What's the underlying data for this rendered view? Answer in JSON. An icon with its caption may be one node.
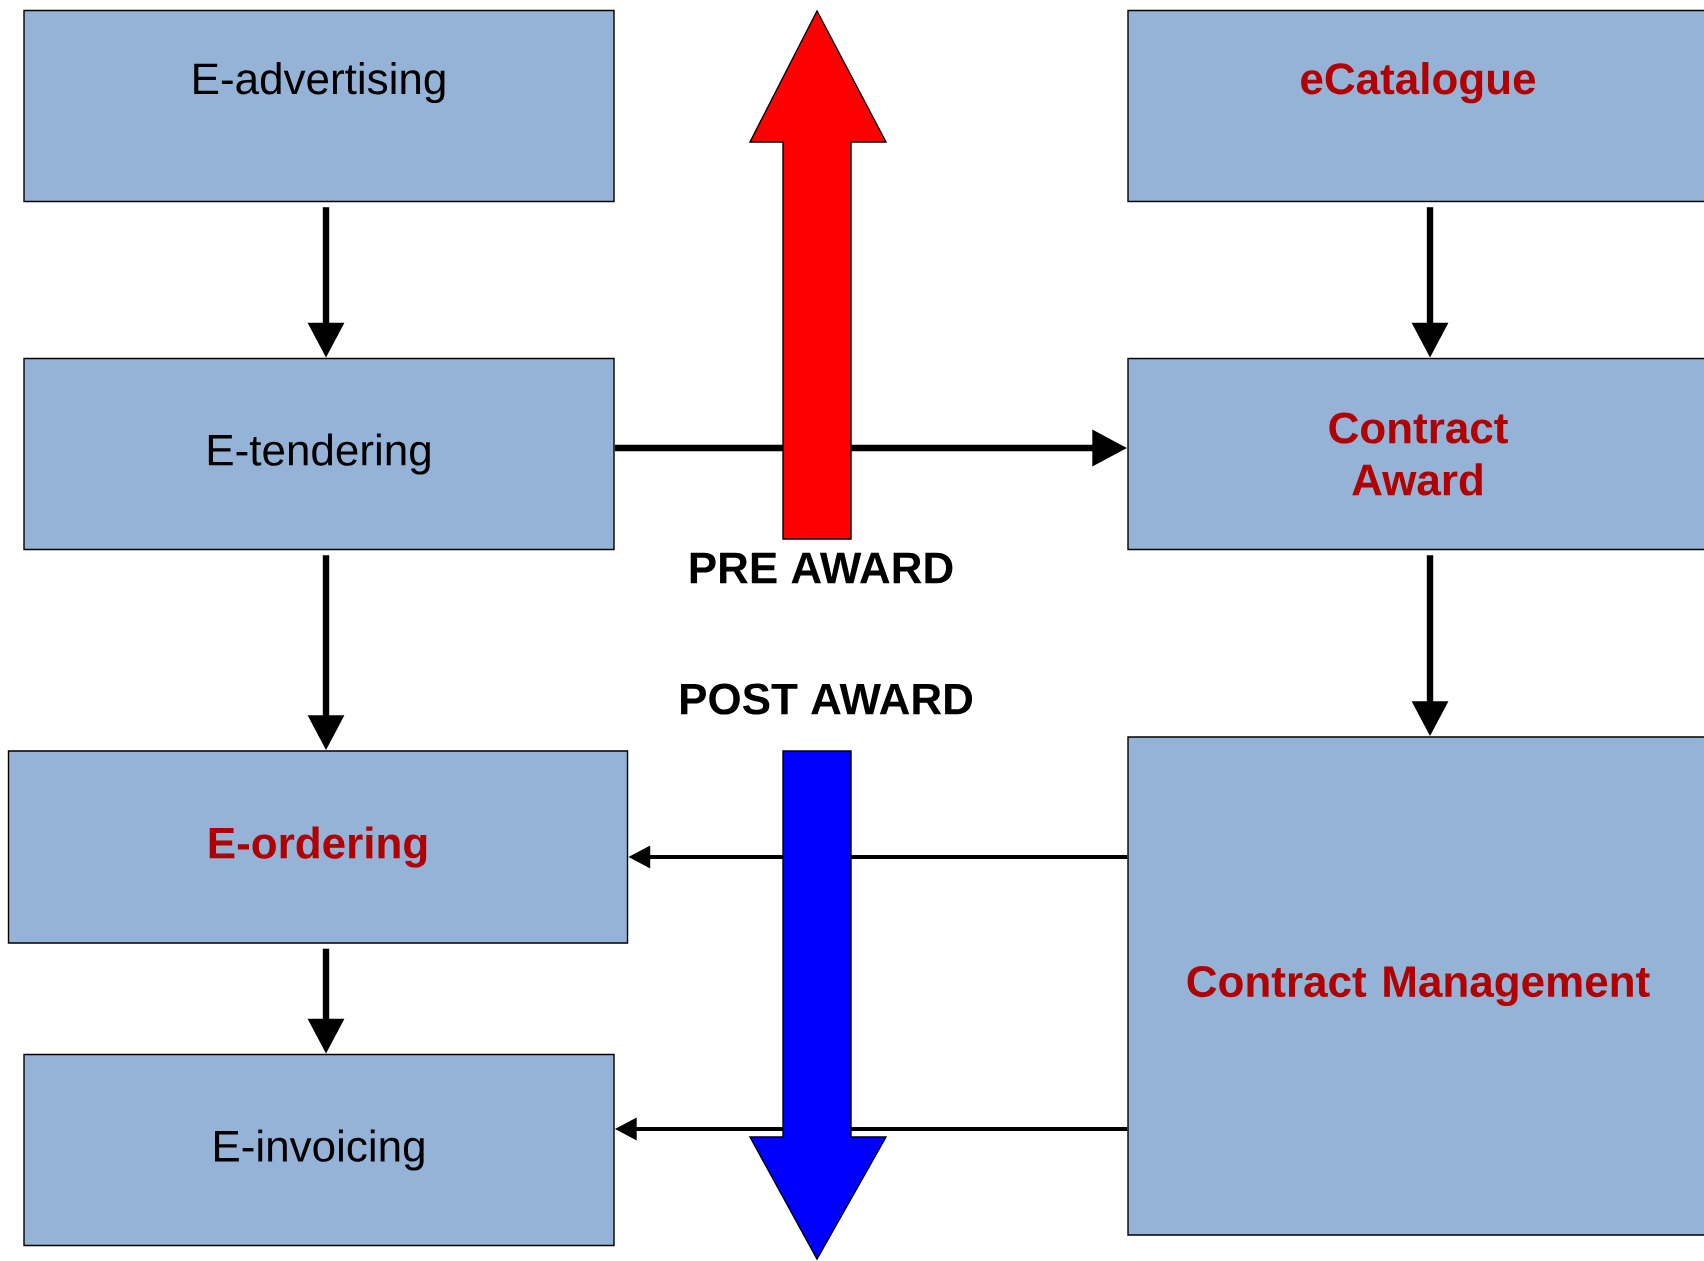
{
  "diagram": {
    "nodes": [
      {
        "text": [
          "E-advertising"
        ]
      },
      {
        "text": [
          "E-tendering"
        ]
      },
      {
        "text": [
          "E-ordering"
        ]
      },
      {
        "text": [
          "E-invoicing"
        ]
      },
      {
        "text": [
          "eCatalogue"
        ]
      },
      {
        "text": [
          "Contract Award"
        ]
      },
      {
        "text": [
          "Contract Management"
        ]
      }
    ],
    "edges": [
      {
        "from": 0,
        "to": 1,
        "arrow": "to"
      },
      {
        "from": 1,
        "to": 2,
        "arrow": "to"
      },
      {
        "from": 2,
        "to": 3,
        "arrow": "to"
      },
      {
        "from": 1,
        "to": 5,
        "arrow": "to"
      },
      {
        "from": 4,
        "to": 5,
        "arrow": "to"
      },
      {
        "from": 5,
        "to": 6,
        "arrow": "to"
      },
      {
        "from": 6,
        "to": 2,
        "arrow": "to"
      },
      {
        "from": 6,
        "to": 3,
        "arrow": "to"
      }
    ],
    "labels": [
      "PRE AWARD",
      "POST AWARD"
    ]
  }
}
